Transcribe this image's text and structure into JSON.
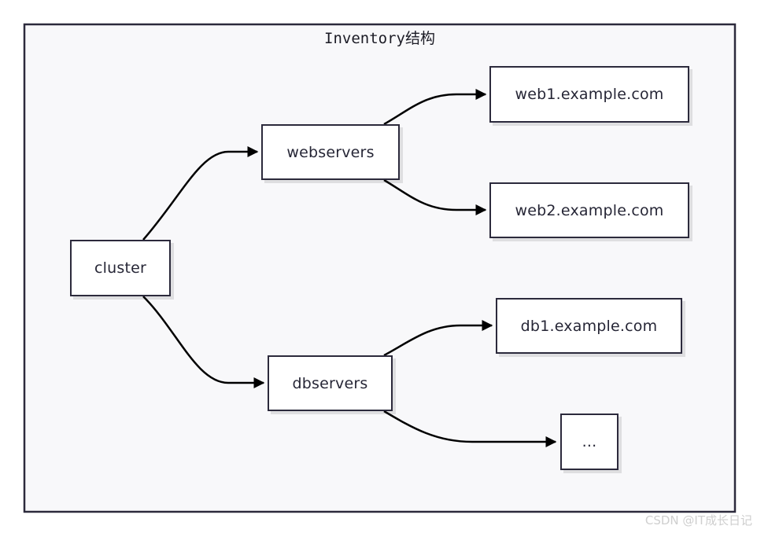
{
  "title": "Inventory结构",
  "nodes": {
    "cluster": "cluster",
    "webservers": "webservers",
    "dbservers": "dbservers",
    "web1": "web1.example.com",
    "web2": "web2.example.com",
    "db1": "db1.example.com",
    "more": "..."
  },
  "watermark": "CSDN @IT成长日记",
  "colors": {
    "frame_bg": "#f8f8fa",
    "stroke": "#2c2a3c",
    "edge": "#000000"
  }
}
